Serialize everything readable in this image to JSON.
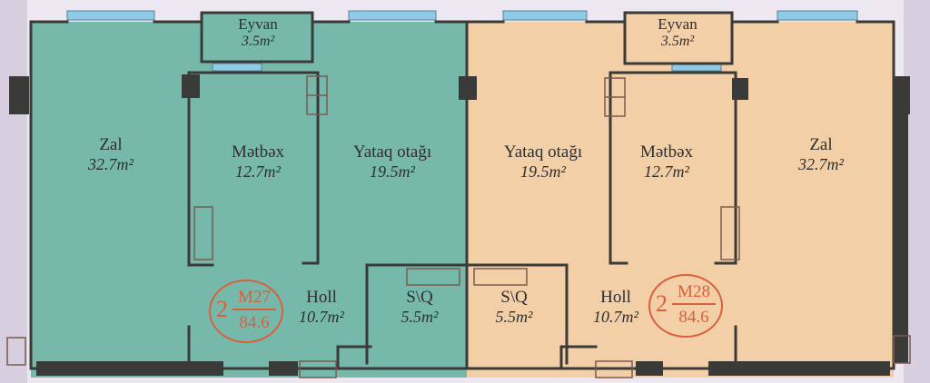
{
  "colors": {
    "apartment_left": "#76b9ab",
    "apartment_right": "#f2cfa6",
    "wall": "#3a3a38",
    "window": "#8fcbe6",
    "badge": "#d9603c",
    "background": "#ede7f1"
  },
  "apartments": [
    {
      "code": "M27",
      "rooms": "2",
      "total": "84.6",
      "labels": {
        "balcony": {
          "name": "Eyvan",
          "area": "3.5m²"
        },
        "hall": {
          "name": "Zal",
          "area": "32.7m²"
        },
        "kitchen": {
          "name": "Mətbəx",
          "area": "12.7m²"
        },
        "bedroom": {
          "name": "Yataq otağı",
          "area": "19.5m²"
        },
        "corridor": {
          "name": "Holl",
          "area": "10.7m²"
        },
        "bathroom": {
          "name": "S\\Q",
          "area": "5.5m²"
        }
      }
    },
    {
      "code": "M28",
      "rooms": "2",
      "total": "84.6",
      "labels": {
        "balcony": {
          "name": "Eyvan",
          "area": "3.5m²"
        },
        "hall": {
          "name": "Zal",
          "area": "32.7m²"
        },
        "kitchen": {
          "name": "Mətbəx",
          "area": "12.7m²"
        },
        "bedroom": {
          "name": "Yataq otağı",
          "area": "19.5m²"
        },
        "corridor": {
          "name": "Holl",
          "area": "10.7m²"
        },
        "bathroom": {
          "name": "S\\Q",
          "area": "5.5m²"
        }
      }
    }
  ]
}
